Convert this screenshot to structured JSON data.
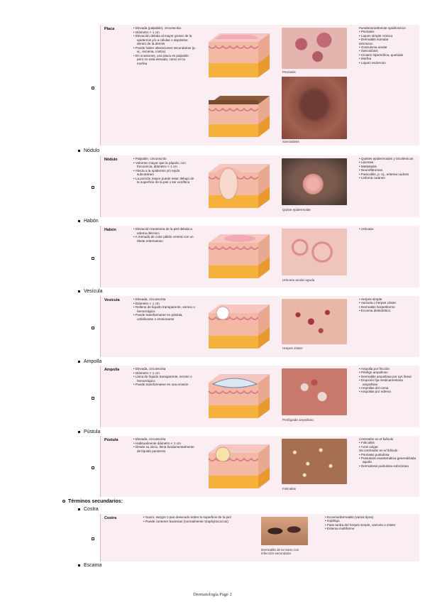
{
  "rows": [
    {
      "term": "Placa",
      "desc": [
        "Elevada (palpable), circunscrita",
        "Diámetro > 1 cm",
        "Elevación debida al mayor grosor de la epidermis y/o a células o depósitos dentro de la dermis",
        "Puede haber alteraciones secundarias (p. ej., escama, costra)",
        "En ocasiones, una placa es palpable, pero no está elevada, como en la morfea"
      ],
      "captions": [
        "Psoriasis",
        "Sarcoidosis"
      ],
      "examples": [
        {
          "t": "Fundamentalmente epidérmicos",
          "h": true
        },
        {
          "t": "Psoriasis"
        },
        {
          "t": "Liquen simple crónico"
        },
        {
          "t": "Dermatitis numular"
        },
        {
          "t": "Dérmicos",
          "h": true
        },
        {
          "t": "Granuloma anular"
        },
        {
          "t": "Sarcoidosis"
        },
        {
          "t": "Cicatriz hipertrófica, queloide"
        },
        {
          "t": "Morfea"
        },
        {
          "t": "Liquen escleroso"
        }
      ]
    },
    {
      "section_label": "Nódulo",
      "term": "Nódulo",
      "desc": [
        "Palpable, circunscrito",
        "Volumen mayor que la pápula; con frecuencia, diámetro > 1 cm",
        "Afecta a la epidermis y/o tejido subcutáneo",
        "La porción mayor puede estar debajo de la superficie de la piel o ser exofítica"
      ],
      "captions": [
        "Quiste epidermoide"
      ],
      "examples": [
        {
          "t": "Quistes epidermoides y tricolémicos"
        },
        {
          "t": "Lipomas"
        },
        {
          "t": "Metástasis"
        },
        {
          "t": "Neurofibromas"
        },
        {
          "t": "Paniculitis, p. ej., eritema nudoso"
        },
        {
          "t": "Linfoma cutáneo"
        }
      ]
    },
    {
      "section_label": "Habón",
      "term": "Habón",
      "desc": [
        "Elevación transitoria de la piel debida a edema dérmico",
        "A menudo de color pálido central con un ribete eritematoso"
      ],
      "captions": [
        "Urticaria anular aguda"
      ],
      "examples": [
        {
          "t": "Urticaria"
        }
      ]
    },
    {
      "section_label": "Vesícula",
      "term": "Vesícula",
      "desc": [
        "Elevada, circunscrita",
        "Diámetro < 1 cm",
        "Rellena de líquido transparente, seroso o hemorrágico",
        "Puede transformarse en pústula, umbilicarse o erosionarse"
      ],
      "captions": [
        "Herpes zóster"
      ],
      "examples": [
        {
          "t": "Herpes simple"
        },
        {
          "t": "Varicela o herpes zóster"
        },
        {
          "t": "Dermatitis herpetiforme"
        },
        {
          "t": "Eccema dishidrótico"
        }
      ]
    },
    {
      "section_label": "Ampolla",
      "term": "Ampolla",
      "desc": [
        "Elevada, circunscrita",
        "Diámetro > 1 cm",
        "Llena de líquido transparente, seroso o hemorrágico",
        "Puede transformarse en una erosión"
      ],
      "captions": [
        "Penfigoide ampolloso"
      ],
      "examples": [
        {
          "t": "Ampolla por fricción"
        },
        {
          "t": "Pénfigo ampolloso"
        },
        {
          "t": "Dermatitis ampollosa por IgA lineal"
        },
        {
          "t": "Erupción fija medicamentosa ampollosa"
        },
        {
          "t": "Ampollas del coma"
        },
        {
          "t": "Ampollas por edema"
        }
      ]
    },
    {
      "section_label": "Pústula",
      "term": "Pústula",
      "desc": [
        "Elevada, circunscrita",
        "Habitualmente diámetro < 1 cm",
        "Desde su inicio, llena fundamentalmente de líquido purulento"
      ],
      "captions": [
        "Foliculitis"
      ],
      "examples": [
        {
          "t": "Centradas en el folículo",
          "h": true
        },
        {
          "t": "Foliculitis"
        },
        {
          "t": "Acné vulgar"
        },
        {
          "t": "No centradas en el folículo",
          "h": true
        },
        {
          "t": "Psoriasis pustulosa"
        },
        {
          "t": "Pustulosis exantemática generalizada aguda"
        },
        {
          "t": "Dermatosis pustulosa subcórnea"
        }
      ]
    }
  ],
  "secondary": {
    "heading": "Términos secundarios:",
    "costra_label": "Costra",
    "costra": {
      "term": "Costra",
      "desc": [
        "Suero, sangre o pus desecado sobre la superficie de la piel",
        "Puede contener bacterias (normalmente Staphylococcus)"
      ],
      "caption": "Dermatitis de la mano con infección secundaria",
      "examples": [
        "Eccema/dermatitis (varios tipos)",
        "Impétigo",
        "Fase tardía del herpes simple, varicela o zóster",
        "Eritema multiforme"
      ]
    },
    "escama_label": "Escama"
  },
  "footer": "Dermatología Page 2",
  "colors": {
    "row_bg": "#fbeef2",
    "skin": "#f3b9a4",
    "fat": "#f5b13c",
    "epidermis": "#e8a2a6"
  }
}
